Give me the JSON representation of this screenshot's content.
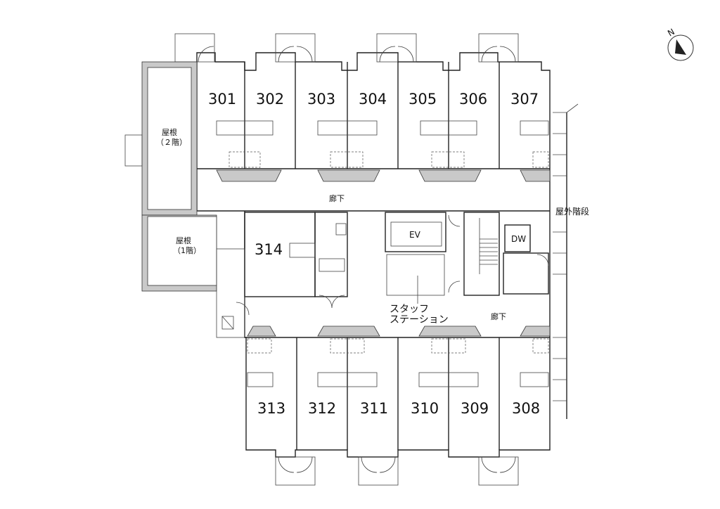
{
  "rooms_top": [
    "301",
    "302",
    "303",
    "304",
    "305",
    "306",
    "307"
  ],
  "rooms_bottom": [
    "313",
    "312",
    "311",
    "310",
    "309",
    "308"
  ],
  "room_middle": "314",
  "roof_2f": {
    "line1": "屋根",
    "line2": "（２階）"
  },
  "roof_1f": {
    "line1": "屋根",
    "line2": "（1階）"
  },
  "corridor_upper": "廊下",
  "corridor_lower": "廊下",
  "outdoor_stairs": "屋外階段",
  "elevator": "EV",
  "dumbwaiter": "DW",
  "staff_station": {
    "line1": "スタッフ",
    "line2": "ステーション"
  },
  "north_mark": "N"
}
